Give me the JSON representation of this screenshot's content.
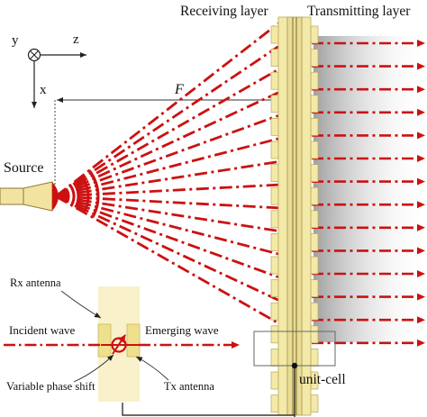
{
  "labels": {
    "receiving_layer": "Receiving layer",
    "transmitting_layer": "Transmitting layer",
    "axis_y": "y",
    "axis_z": "z",
    "axis_x": "x",
    "focal": "F",
    "source": "Source",
    "rx_antenna": "Rx antenna",
    "incident_wave": "Incident wave",
    "emerging_wave": "Emerging wave",
    "variable_phase_shift": "Variable phase shift",
    "tx_antenna": "Tx antenna",
    "unit_cell": "unit-cell"
  },
  "colors": {
    "ray": "#cc1111",
    "layer_fill": "#f3e9a8",
    "layer_edge": "#b8a85a",
    "feed_fill": "#f3e3a0",
    "gradient_start": "#9a9a9a"
  },
  "icons": [
    "horn-antenna-icon",
    "phase-shifter-icon",
    "axis-cross-icon"
  ]
}
